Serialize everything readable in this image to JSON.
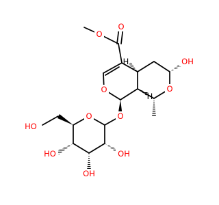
{
  "colors": {
    "bond": "#000000",
    "oxygen": "#ff0000"
  },
  "atoms": [
    {
      "key": "o_ester",
      "text": "O"
    },
    {
      "key": "o_carbonyl",
      "text": "O"
    },
    {
      "key": "oh_top_right",
      "text": "OH"
    },
    {
      "key": "o_ring_right",
      "text": "O"
    },
    {
      "key": "o_ring_left",
      "text": "O"
    },
    {
      "key": "o_glycosidic",
      "text": "O"
    },
    {
      "key": "o_sugar_ring",
      "text": "O"
    },
    {
      "key": "ho_ch2",
      "text": "HO"
    },
    {
      "key": "ho_c4",
      "text": "HO"
    },
    {
      "key": "oh_c3",
      "text": "OH"
    },
    {
      "key": "oh_c2",
      "text": "OH"
    },
    {
      "key": "h_c5",
      "text": "H"
    },
    {
      "key": "h_c9",
      "text": "H"
    }
  ]
}
